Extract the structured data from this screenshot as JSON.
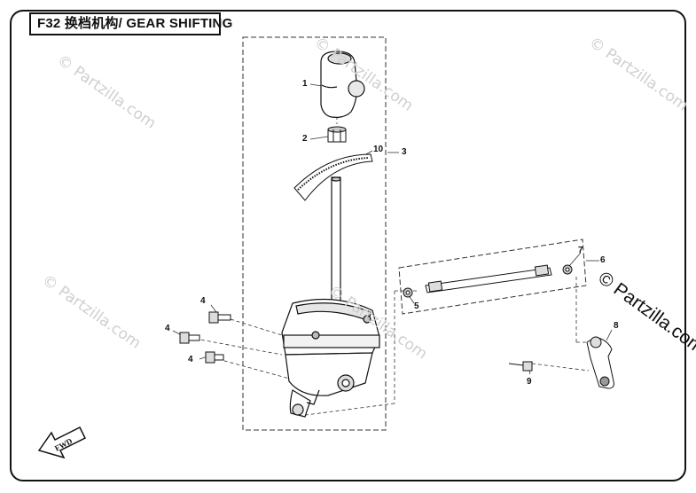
{
  "title": "F32 换档机构/ GEAR SHIFTING",
  "callouts": [
    {
      "id": "1",
      "part": "shift-knob"
    },
    {
      "id": "2",
      "part": "nut"
    },
    {
      "id": "10",
      "part": "shift-gate-plate"
    },
    {
      "id": "3",
      "part": "shift-lever-assembly"
    },
    {
      "id": "7",
      "part": "nut"
    },
    {
      "id": "6",
      "part": "shift-rod-assembly"
    },
    {
      "id": "5",
      "part": "nut"
    },
    {
      "id": "4",
      "part": "bolt"
    },
    {
      "id": "8",
      "part": "shift-arm"
    },
    {
      "id": "9",
      "part": "bolt"
    }
  ],
  "labels": {
    "c1": "1",
    "c2": "2",
    "c10": "10",
    "c3": "3",
    "c7": "7",
    "c6": "6",
    "c5": "5",
    "c4a": "4",
    "c4b": "4",
    "c4c": "4",
    "c8": "8",
    "c9": "9"
  },
  "fwd_label": "FWD",
  "watermarks": {
    "small": "© Partzilla.com",
    "big": "© Partzilla.com"
  }
}
